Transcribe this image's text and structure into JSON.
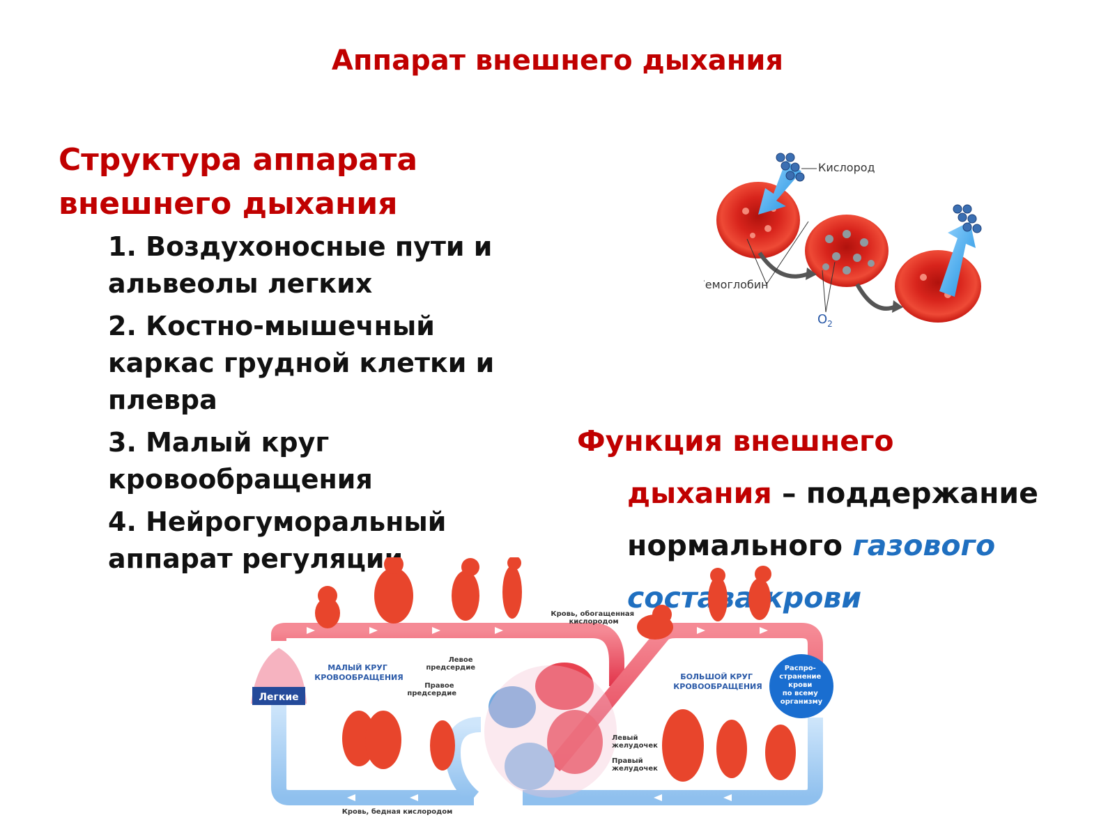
{
  "title": "Аппарат внешнего дыхания",
  "structure": {
    "heading_line1": "Структура аппарата",
    "heading_line2": "внешнего дыхания",
    "items": [
      "1. Воздухоносные пути и альвеолы легких",
      "2. Костно-мышечный каркас грудной клетки и плевра",
      "3. Малый круг кровообращения",
      "4. Нейрогуморальный аппарат регуляции"
    ]
  },
  "function": {
    "term_part1": "Функция внешнего",
    "term_part2": "дыхания",
    "separator": " – поддержание",
    "text_normal": "нормального ",
    "emphasis_part1": "газового",
    "emphasis_part2": "состава крови"
  },
  "rbc_figure": {
    "label_oxygen": "Кислород",
    "label_hemoglobin": "Гемоглобин",
    "label_o2": "O",
    "label_o2_sub": "2"
  },
  "circulation_figure": {
    "label_pulmonary_line1": "МАЛЫЙ КРУГ",
    "label_pulmonary_line2": "КРОВООБРАЩЕНИЯ",
    "label_systemic_line1": "БОЛЬШОЙ КРУГ",
    "label_systemic_line2": "КРОВООБРАЩЕНИЯ",
    "label_lungs": "Легкие",
    "label_oxygenated_line1": "Кровь, обогащенная",
    "label_oxygenated_line2": "кислородом",
    "label_deoxygenated": "Кровь, бедная кислородом",
    "label_left_atrium_line1": "Левое",
    "label_left_atrium_line2": "предсердие",
    "label_right_atrium_line1": "Правое",
    "label_right_atrium_line2": "предсердие",
    "label_left_ventricle_line1": "Левый",
    "label_left_ventricle_line2": "желудочек",
    "label_right_ventricle_line1": "Правый",
    "label_right_ventricle_line2": "желудочек",
    "label_spread_line1": "Распро-",
    "label_spread_line2": "странение",
    "label_spread_line3": "крови",
    "label_spread_line4": "по всему",
    "label_spread_line5": "организму"
  }
}
